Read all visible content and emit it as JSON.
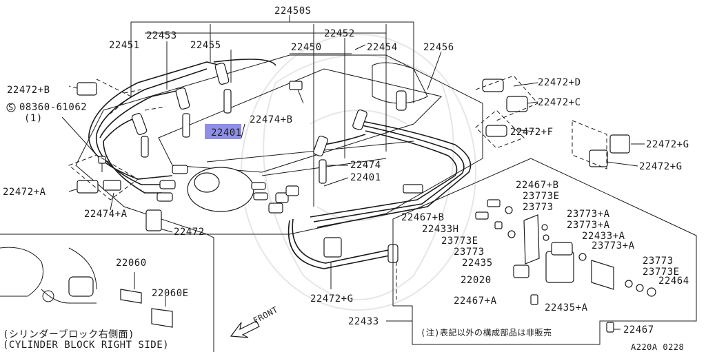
{
  "diagram": {
    "part_labels": {
      "p22450S": "22450S",
      "p22453": "22453",
      "p22452": "22452",
      "p22451": "22451",
      "p22455": "22455",
      "p22450": "22450",
      "p22454": "22454",
      "p22456": "22456",
      "p22472B": "22472+B",
      "p08360": "08360-61062",
      "p08360qty": "(1)",
      "p22474B": "22474+B",
      "p22401a": "22401",
      "p22472D": "22472+D",
      "p22472C": "22472+C",
      "p22472F": "22472+F",
      "p22472G1": "22472+G",
      "p22472G2": "22472+G",
      "p22474": "22474",
      "p22401b": "22401",
      "p22472A": "22472+A",
      "p22474A": "22474+A",
      "p22472": "22472",
      "p22467B1": "22467+B",
      "p23773E1": "23773E",
      "p23773a": "23773",
      "p22467B2": "22467+B",
      "p22433H": "22433H",
      "p23773Aa": "23773+A",
      "p23773Ab": "23773+A",
      "p22433A": "22433+A",
      "p23773E2": "23773E",
      "p23773Ac": "23773+A",
      "p23773b": "23773",
      "p22435": "22435",
      "p22020": "22020",
      "p23773c": "23773",
      "p23773E3": "23773E",
      "p22464": "22464",
      "p22467A": "22467+A",
      "p22435A": "22435+A",
      "p22060": "22060",
      "p22060E": "22060E",
      "p22472G3": "22472+G",
      "p22433": "22433",
      "p22467": "22467"
    },
    "inset_caption_jp": "(シリンダーブロック右側面)",
    "inset_caption_en": "(CYLINDER BLOCK RIGHT SIDE)",
    "front_label": "FRONT",
    "note": "(注)表記以外の構成部品は非販売",
    "drawing_code": "A220A 0228",
    "highlight_color": "#8f8fe8"
  }
}
